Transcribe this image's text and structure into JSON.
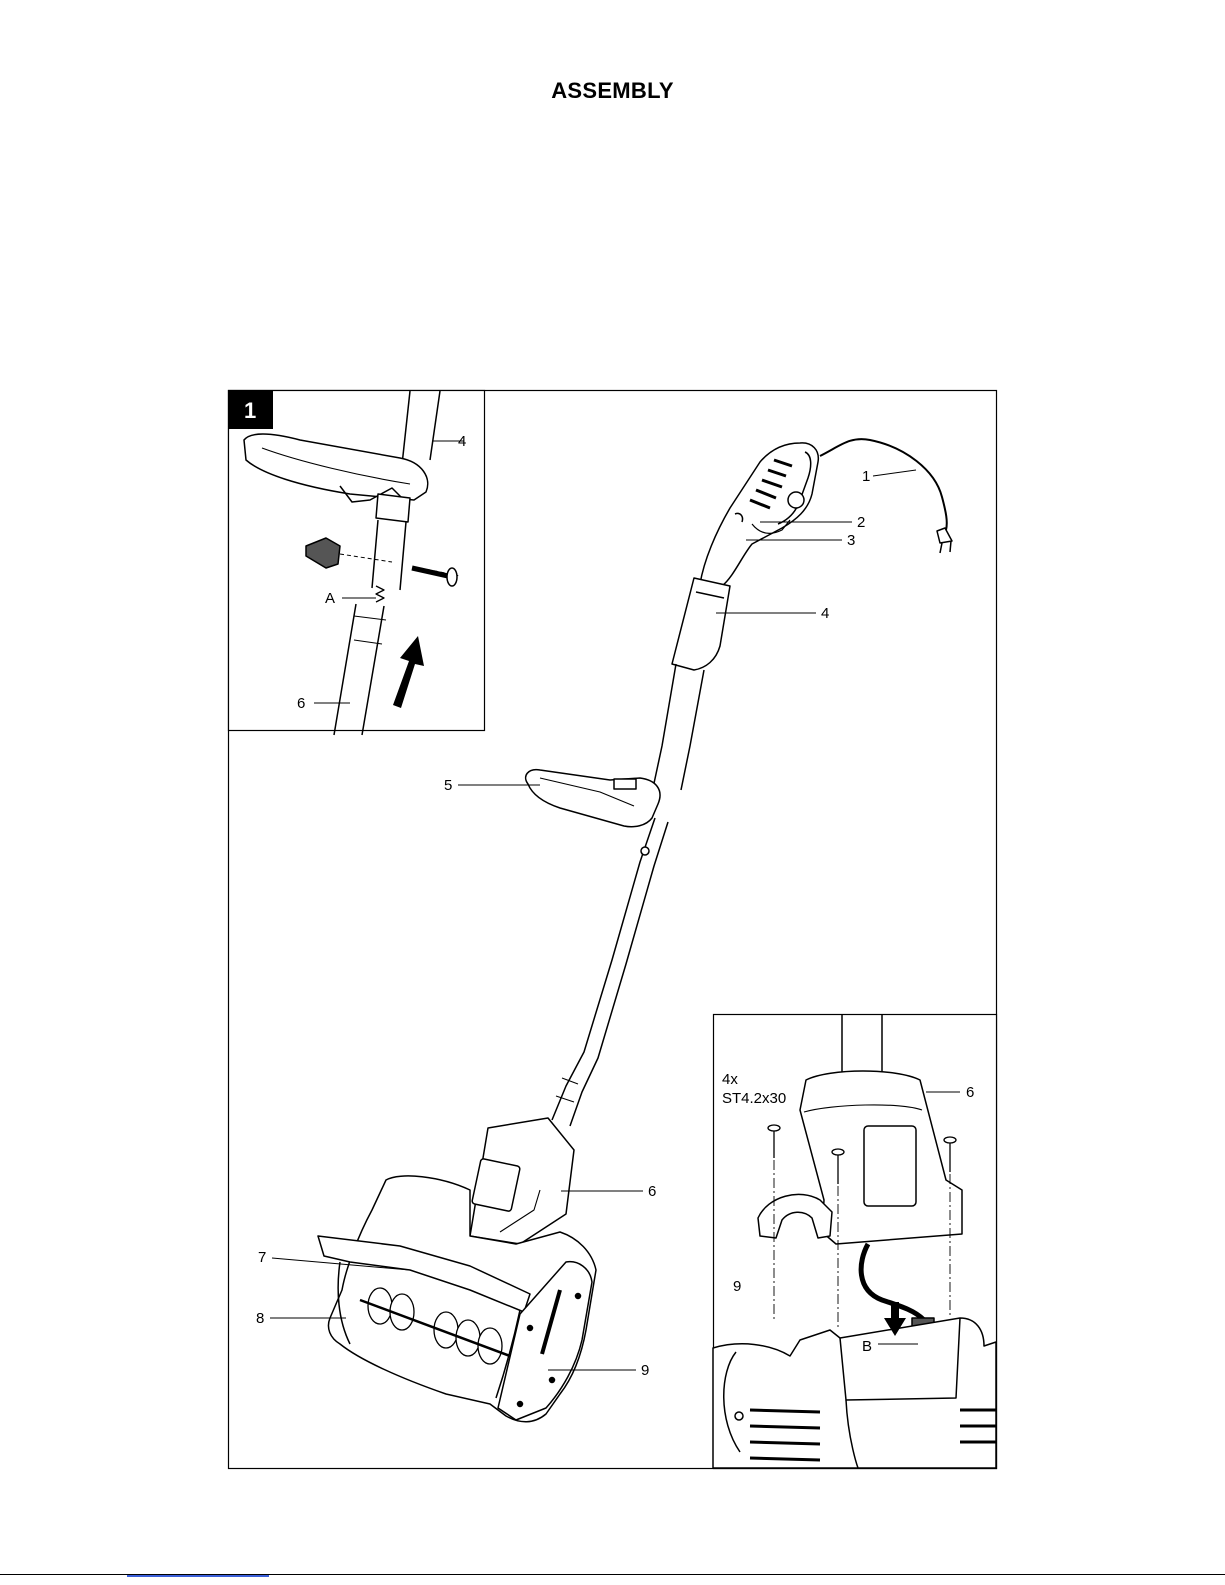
{
  "page": {
    "title": "ASSEMBLY"
  },
  "figure": {
    "step_number": "1",
    "main_labels": {
      "cord": "1",
      "switch_lock": "2",
      "trigger": "3",
      "upper_handle": "4",
      "aux_handle": "5",
      "lower_tube": "6",
      "chute": "7",
      "auger": "8",
      "housing": "9"
    },
    "inset_top_labels": {
      "upper_tube": "4",
      "spring_button": "A",
      "lower_tube": "6"
    },
    "inset_bottom_labels": {
      "quantity": "4x",
      "screw_spec": "ST4.2x30",
      "motor_cover": "6",
      "housing": "9",
      "connector": "B"
    }
  }
}
